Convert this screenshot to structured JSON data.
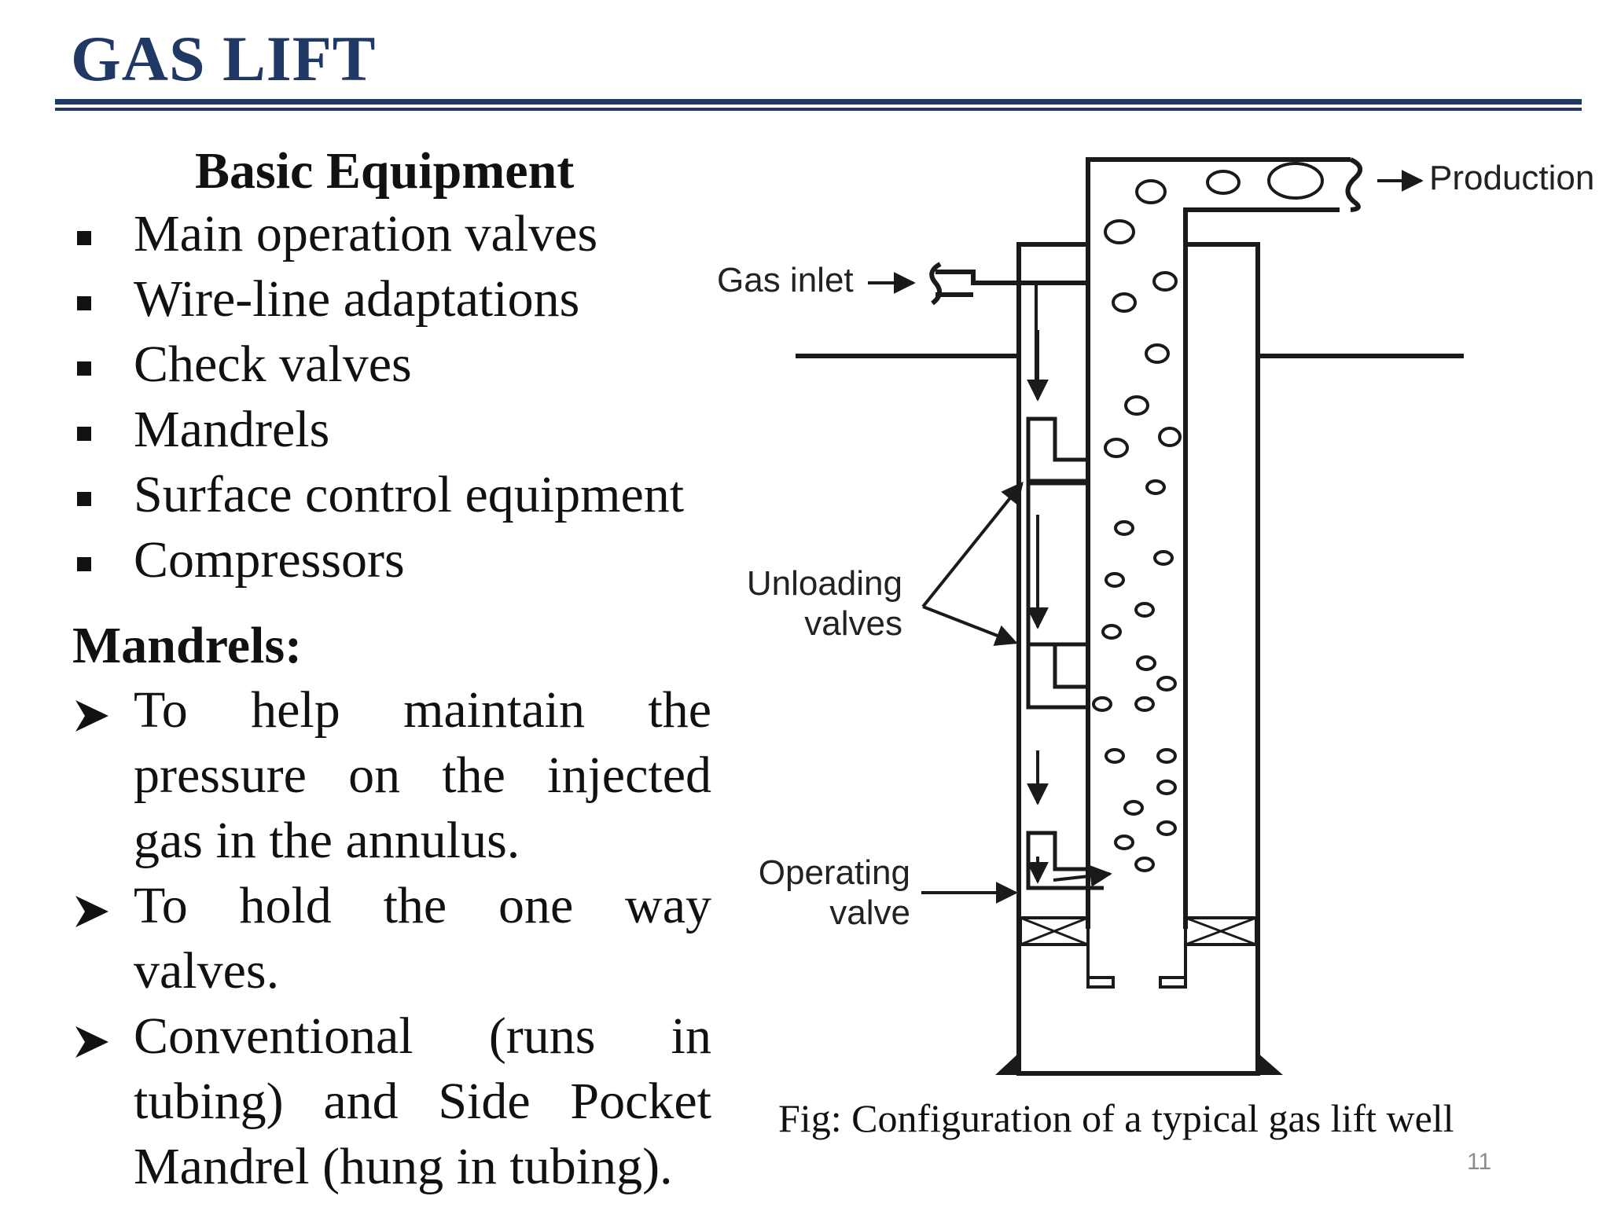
{
  "slide": {
    "title": "GAS LIFT",
    "page_number": "11"
  },
  "equipment": {
    "heading": "Basic Equipment",
    "items": [
      "Main operation valves",
      "Wire-line adaptations",
      "Check valves",
      "Mandrels",
      "Surface control equipment",
      "Compressors"
    ]
  },
  "mandrels": {
    "heading": "Mandrels:",
    "points": [
      {
        "lines": [
          "To help maintain the",
          "pressure on the injected",
          "gas in the annulus."
        ]
      },
      {
        "lines": [
          "To hold the one way",
          "valves."
        ]
      },
      {
        "lines": [
          "Conventional (runs in",
          "tubing) and Side Pocket",
          "Mandrel (hung in tubing)."
        ]
      }
    ]
  },
  "figure": {
    "labels": {
      "production": "Production",
      "gas_inlet": "Gas inlet",
      "unloading_line1": "Unloading",
      "unloading_line2": "valves",
      "operating_line1": "Operating",
      "operating_line2": "valve"
    },
    "caption": "Fig: Configuration of a typical gas lift well"
  },
  "colors": {
    "title": "#1f3864",
    "rule": "#1f3864",
    "text": "#111111",
    "diagram_stroke": "#1a1a1a",
    "page_number": "#8c8c8c"
  }
}
